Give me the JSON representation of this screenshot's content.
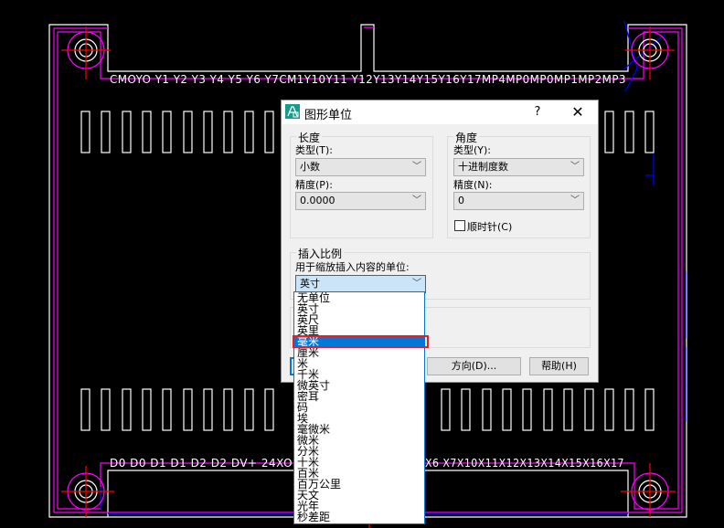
{
  "cad_drawing": {
    "top_pin_labels": "CMOYO Y1 Y2 Y3 Y4 Y5 Y6 Y7CM1Y10Y11    Y12Y13Y14Y15Y16Y17MP4MP0MP0MP1MP2MP3",
    "bottom_pin_labels": "D0 D0 D1 D1 D2 D2 DV+ 24XO",
    "bottom_pin_labels_right": "X6 X7X10X11X12X13X14X15X16X17",
    "colors": {
      "background": "#000000",
      "outline": "#ffffff",
      "layer_magenta": "#ff00ff",
      "crosshair": "#ff0000",
      "blue": "#0000ff"
    }
  },
  "dialog": {
    "title": "图形单位",
    "help_label": "?",
    "close_label": "✕",
    "length": {
      "legend": "长度",
      "type_label": "类型(T):",
      "type_value": "小数",
      "precision_label": "精度(P):",
      "precision_value": "0.0000"
    },
    "angle": {
      "legend": "角度",
      "type_label": "类型(Y):",
      "type_value": "十进制度数",
      "precision_label": "精度(N):",
      "precision_value": "0",
      "clockwise_label": "顺时针(C)",
      "clockwise_checked": false
    },
    "insert_scale": {
      "legend": "插入比例",
      "units_label": "用于缩放插入内容的单位:",
      "units_value": "英寸"
    },
    "buttons": {
      "direction": "方向(D)...",
      "help": "帮助(H)"
    },
    "units_dropdown": {
      "options": [
        "无单位",
        "英寸",
        "英尺",
        "英里",
        "毫米",
        "厘米",
        "米",
        "千米",
        "微英寸",
        "密耳",
        "码",
        "埃",
        "毫微米",
        "微米",
        "分米",
        "十米",
        "百米",
        "百万公里",
        "天文",
        "光年",
        "秒差距"
      ],
      "highlighted": "毫米",
      "highlighted_index": 4
    },
    "chevron": "﹀"
  }
}
